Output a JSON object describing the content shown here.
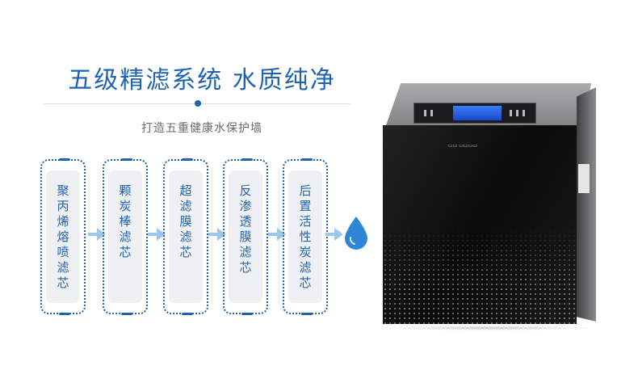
{
  "header": {
    "title": "五级精滤系统  水质纯净",
    "subtitle": "打造五重健康水保护墙"
  },
  "stages": [
    {
      "label": "聚丙烯熔喷滤芯"
    },
    {
      "label": "颗炭棒滤芯"
    },
    {
      "label": "超滤膜滤芯"
    },
    {
      "label": "反渗透膜滤芯"
    },
    {
      "label": "后置活性炭滤芯"
    }
  ],
  "icons": {
    "arrow": "arrow-right-icon",
    "water": "water-drop-icon"
  },
  "colors": {
    "accent": "#1f63b3",
    "arrow": "#9cc7ea",
    "drop": "#2f86d6",
    "box_fill": "#eef0f3"
  }
}
